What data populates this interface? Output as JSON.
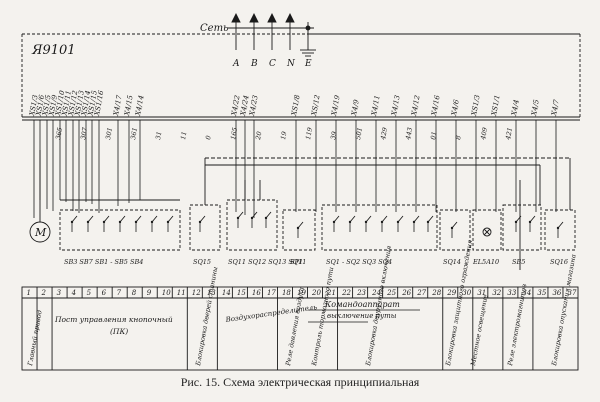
{
  "network_label": "Сеть",
  "phase_labels": [
    "A",
    "B",
    "C",
    "N",
    "E"
  ],
  "panel_code": "Я9101",
  "terminals": {
    "left_group": [
      "XS1/3",
      "XS1/6",
      "XS1/5",
      "XS1/9",
      "XS1/10",
      "XS1/11",
      "XS1/12",
      "XS1/13",
      "XS1/14",
      "XS1/15",
      "XS1/16"
    ],
    "mid_group_1": [
      "X4/17",
      "X4/15",
      "X4/14"
    ],
    "mid_group_2": [
      "X4/22",
      "X4/24",
      "X4/23"
    ],
    "right_group": [
      "XS1/8",
      "XS/12",
      "X4/19",
      "X4/9",
      "X4/11",
      "X4/13",
      "X4/12",
      "X4/16",
      "X4/6",
      "XS1/3",
      "XS1/1",
      "X4/4",
      "X4/5",
      "X4/7"
    ]
  },
  "wire_numbers": [
    "365",
    "307",
    "301",
    "361",
    "31",
    "11",
    "0",
    "165",
    "20",
    "19",
    "119",
    "39",
    "501",
    "429",
    "443",
    "01",
    "8",
    "409",
    "421"
  ],
  "devices": {
    "motor": "M",
    "push_button_station": [
      "SB3",
      "SB7",
      "SB1",
      "-",
      "SB5",
      "SB4"
    ],
    "sq15": "SQ15",
    "distributor": [
      "SQ11",
      "SQ12",
      "SQ13",
      "SQ11"
    ],
    "sp1": "SP1",
    "command_switches": [
      "SQ1",
      "-",
      "SQ2",
      "SQ3",
      "SQ4"
    ],
    "sq14": "SQ14",
    "lamp": "EL5A10",
    "sb5": "SB5",
    "sq16": "SQ16"
  },
  "table": {
    "numbers": [
      "1",
      "2",
      "3",
      "4",
      "5",
      "6",
      "7",
      "8",
      "9",
      "10",
      "11",
      "12",
      "13",
      "14",
      "15",
      "16",
      "17",
      "18",
      "19",
      "20",
      "21",
      "22",
      "23",
      "24",
      "25",
      "26",
      "27",
      "28",
      "29",
      "30",
      "31",
      "32",
      "33",
      "34",
      "35",
      "36",
      "37"
    ],
    "header_group": "Командоаппарат",
    "header_subgroup": "выключение путы",
    "cols": {
      "main_drive": "Главный привод",
      "control_post": "Пост управления кнопочный",
      "control_post_code": "(ПК)",
      "lock_doors": "Блокировка дверей станины",
      "air_distributor": "Воздухораспре­делитель",
      "air_relay": "Реле давления воздуха",
      "end_stroke": "Контроль тормозного пути",
      "lock_stop": "Блокировка двуручного включения",
      "lock_guard": "Блокировка защитного ограждения",
      "local_light": "Местное освещение",
      "relay_electro": "Реле электромагнитов",
      "lock_magazine": "Блокировка опускания магазина"
    }
  },
  "caption": "Рис. 15. Схема электрическая принципиальная"
}
